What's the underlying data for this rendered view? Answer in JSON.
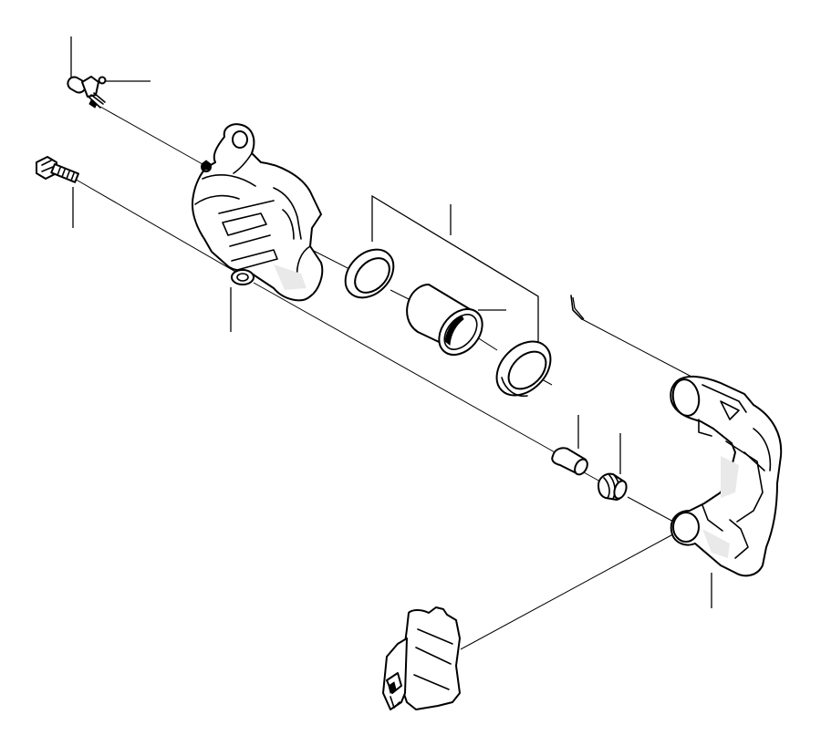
{
  "diagram": {
    "line_color": "#000000",
    "background": "#ffffff",
    "parts": [
      {
        "id": "bleeder-screw",
        "icon": "bleeder-screw-icon"
      },
      {
        "id": "guide-bolt",
        "icon": "bolt-icon"
      },
      {
        "id": "caliper-housing",
        "icon": "caliper-housing-icon"
      },
      {
        "id": "dust-seal",
        "icon": "ring-icon"
      },
      {
        "id": "piston",
        "icon": "piston-icon"
      },
      {
        "id": "piston-seal",
        "icon": "ring-icon"
      },
      {
        "id": "guide-pin",
        "icon": "pin-icon"
      },
      {
        "id": "pin-boot",
        "icon": "boot-icon"
      },
      {
        "id": "caliper-carrier",
        "icon": "bracket-icon"
      },
      {
        "id": "brake-pad",
        "icon": "brake-pad-icon"
      }
    ]
  }
}
